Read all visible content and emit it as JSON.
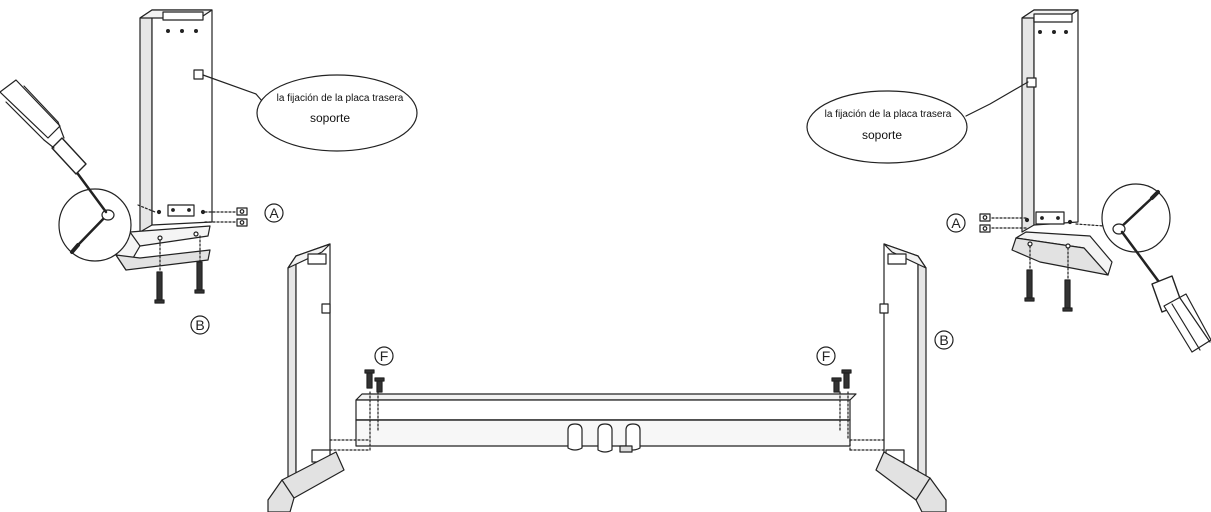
{
  "diagram": {
    "callouts": [
      {
        "line1": "la fijación de la placa trasera",
        "line2": "soporte"
      },
      {
        "line1": "la fijación de la placa trasera",
        "line2": "soporte"
      }
    ],
    "part_labels": {
      "left_a": "A",
      "left_b": "B",
      "left_f": "F",
      "right_f": "F",
      "right_a": "A",
      "right_b": "B"
    },
    "colors": {
      "line": "#222222",
      "fill": "#ffffff",
      "shade": "#d9d9d9",
      "dark": "#333333"
    }
  }
}
